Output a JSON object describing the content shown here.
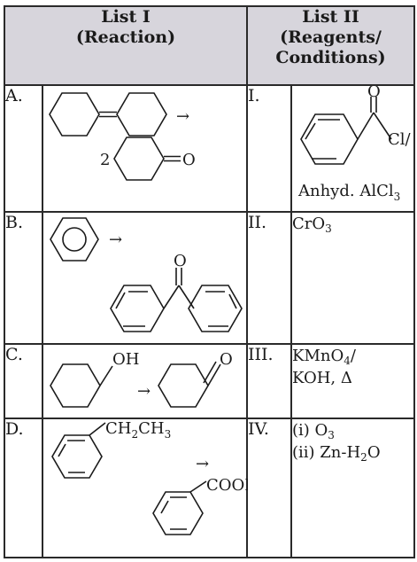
{
  "header": {
    "list1_title": "List I",
    "list1_sub": "(Reaction)",
    "list2_title": "List II",
    "list2_sub_1": "(Reagents/",
    "list2_sub_2": "Conditions)"
  },
  "rows": [
    {
      "label": "A.",
      "reaction": {
        "arrow": "→",
        "coefficient": "2",
        "product_atom": "O"
      },
      "roman": "I.",
      "reagent": {
        "carbonyl_o": "O",
        "cl": "Cl/",
        "line2_pre": "Anhyd. AlCl",
        "line2_sub": "3"
      }
    },
    {
      "label": "B.",
      "reaction": {
        "arrow": "→",
        "product_atom": "O"
      },
      "roman": "II.",
      "reagent": {
        "pre": "CrO",
        "sub": "3"
      }
    },
    {
      "label": "C.",
      "reaction": {
        "arrow": "→",
        "reactant_group": "OH",
        "product_atom": "O"
      },
      "roman": "III.",
      "reagent": {
        "line1": "KMnO",
        "line1_sub": "4",
        "line1_post": "/",
        "line2": "KOH, Δ"
      }
    },
    {
      "label": "D.",
      "reaction": {
        "arrow": "→",
        "reactant_group": [
          "CH",
          "2",
          "CH",
          "3"
        ],
        "product_group": "COOK"
      },
      "roman": "IV.",
      "reagent": {
        "line1_pre": "(i) O",
        "line1_sub": "3",
        "line2_pre": "(ii) Zn-H",
        "line2_sub": "2",
        "line2_post": "O"
      }
    }
  ]
}
